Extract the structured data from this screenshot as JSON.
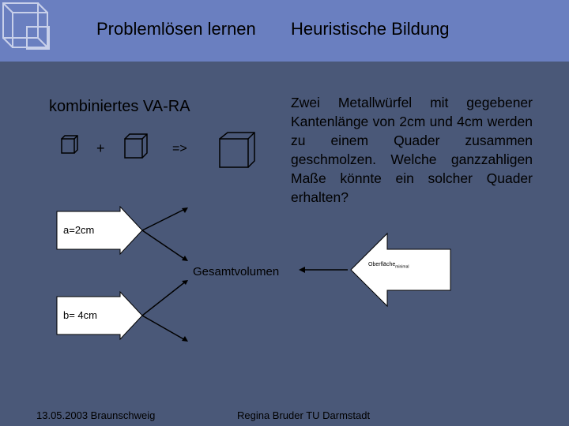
{
  "header": {
    "title_left": "Problemlösen lernen",
    "title_right": "Heuristische Bildung"
  },
  "slide": {
    "method_title": "kombiniertes VA-RA",
    "plus_sign": "+",
    "implies_sign": "=>",
    "problem_text": "Zwei Metallwürfel mit gegebener Kantenlänge von 2cm und 4cm werden zu einem Quader zusammen geschmolzen. Welche ganzzahligen Maße könnte ein solcher Quader erhalten?",
    "arrow_a_label": "a=2cm",
    "arrow_b_label": "b= 4cm",
    "center_label": "Gesamtvolumen",
    "arrow_right_label": "Oberfläche",
    "arrow_right_subscript": "minimal"
  },
  "footer": {
    "date_place": "13.05.2003 Braunschweig",
    "author": "Regina Bruder  TU Darmstadt"
  },
  "colors": {
    "header_bg": "#6a7fc0",
    "slide_bg": "#4a5878",
    "arrow_fill": "#ffffff",
    "line": "#000000"
  }
}
